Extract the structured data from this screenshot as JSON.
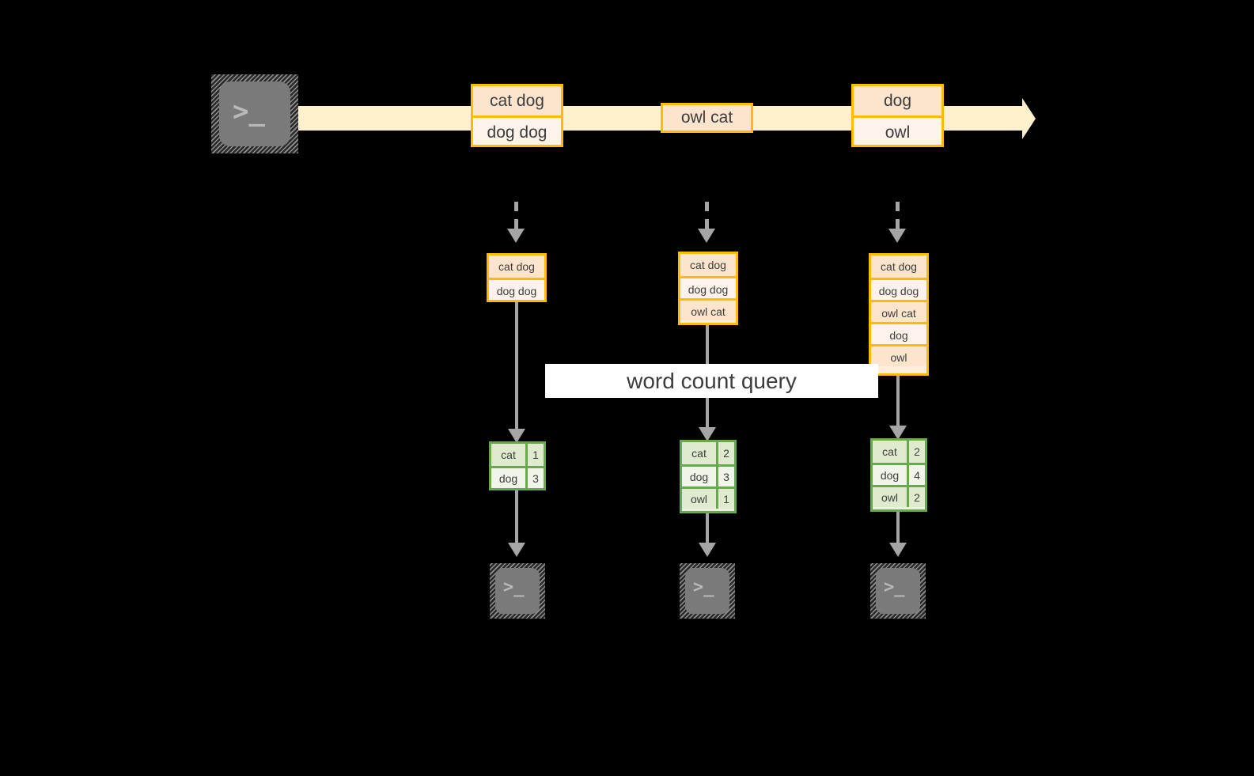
{
  "diagram": {
    "title": "streaming word count query",
    "colors": {
      "stream_fill": "#fdf0cd",
      "message_border": "#ffbb00",
      "message_fill_a": "#fce4cd",
      "message_fill_b": "#fdf3ea",
      "result_border": "#6aa84f",
      "result_fill_a": "#dfeace",
      "result_fill_b": "#eff5e8",
      "connector": "#a5a5a5",
      "terminal_body": "#7a7a7a",
      "terminal_glyph": "#b9b9b9",
      "label_background": "#ffffff",
      "background": "#000000"
    }
  },
  "source_terminal": {
    "icon": "terminal-icon",
    "prompt": ">_"
  },
  "stream": {
    "direction": "right",
    "arrow_icon": "right-arrow-icon",
    "groups": [
      {
        "name": "stream-group-1",
        "messages": [
          "cat dog",
          "dog dog"
        ]
      },
      {
        "name": "stream-group-2",
        "messages": [
          "owl cat"
        ]
      },
      {
        "name": "stream-group-3",
        "messages": [
          "dog",
          "owl"
        ]
      }
    ]
  },
  "query_label": {
    "text": "word count query"
  },
  "columns": [
    {
      "name": "snapshot-1",
      "input_messages": [
        "cat dog",
        "dog dog"
      ],
      "results": {
        "rows": [
          {
            "word": "cat",
            "count": "1"
          },
          {
            "word": "dog",
            "count": "3"
          }
        ]
      },
      "sink": {
        "icon": "terminal-icon",
        "prompt": ">_"
      }
    },
    {
      "name": "snapshot-2",
      "input_messages": [
        "cat dog",
        "dog dog",
        "owl cat"
      ],
      "results": {
        "rows": [
          {
            "word": "cat",
            "count": "2"
          },
          {
            "word": "dog",
            "count": "3"
          },
          {
            "word": "owl",
            "count": "1"
          }
        ]
      },
      "sink": {
        "icon": "terminal-icon",
        "prompt": ">_"
      }
    },
    {
      "name": "snapshot-3",
      "input_messages": [
        "cat dog",
        "dog dog",
        "owl cat",
        "dog",
        "owl"
      ],
      "results": {
        "rows": [
          {
            "word": "cat",
            "count": "2"
          },
          {
            "word": "dog",
            "count": "4"
          },
          {
            "word": "owl",
            "count": "2"
          }
        ]
      },
      "sink": {
        "icon": "terminal-icon",
        "prompt": ">_"
      }
    }
  ]
}
